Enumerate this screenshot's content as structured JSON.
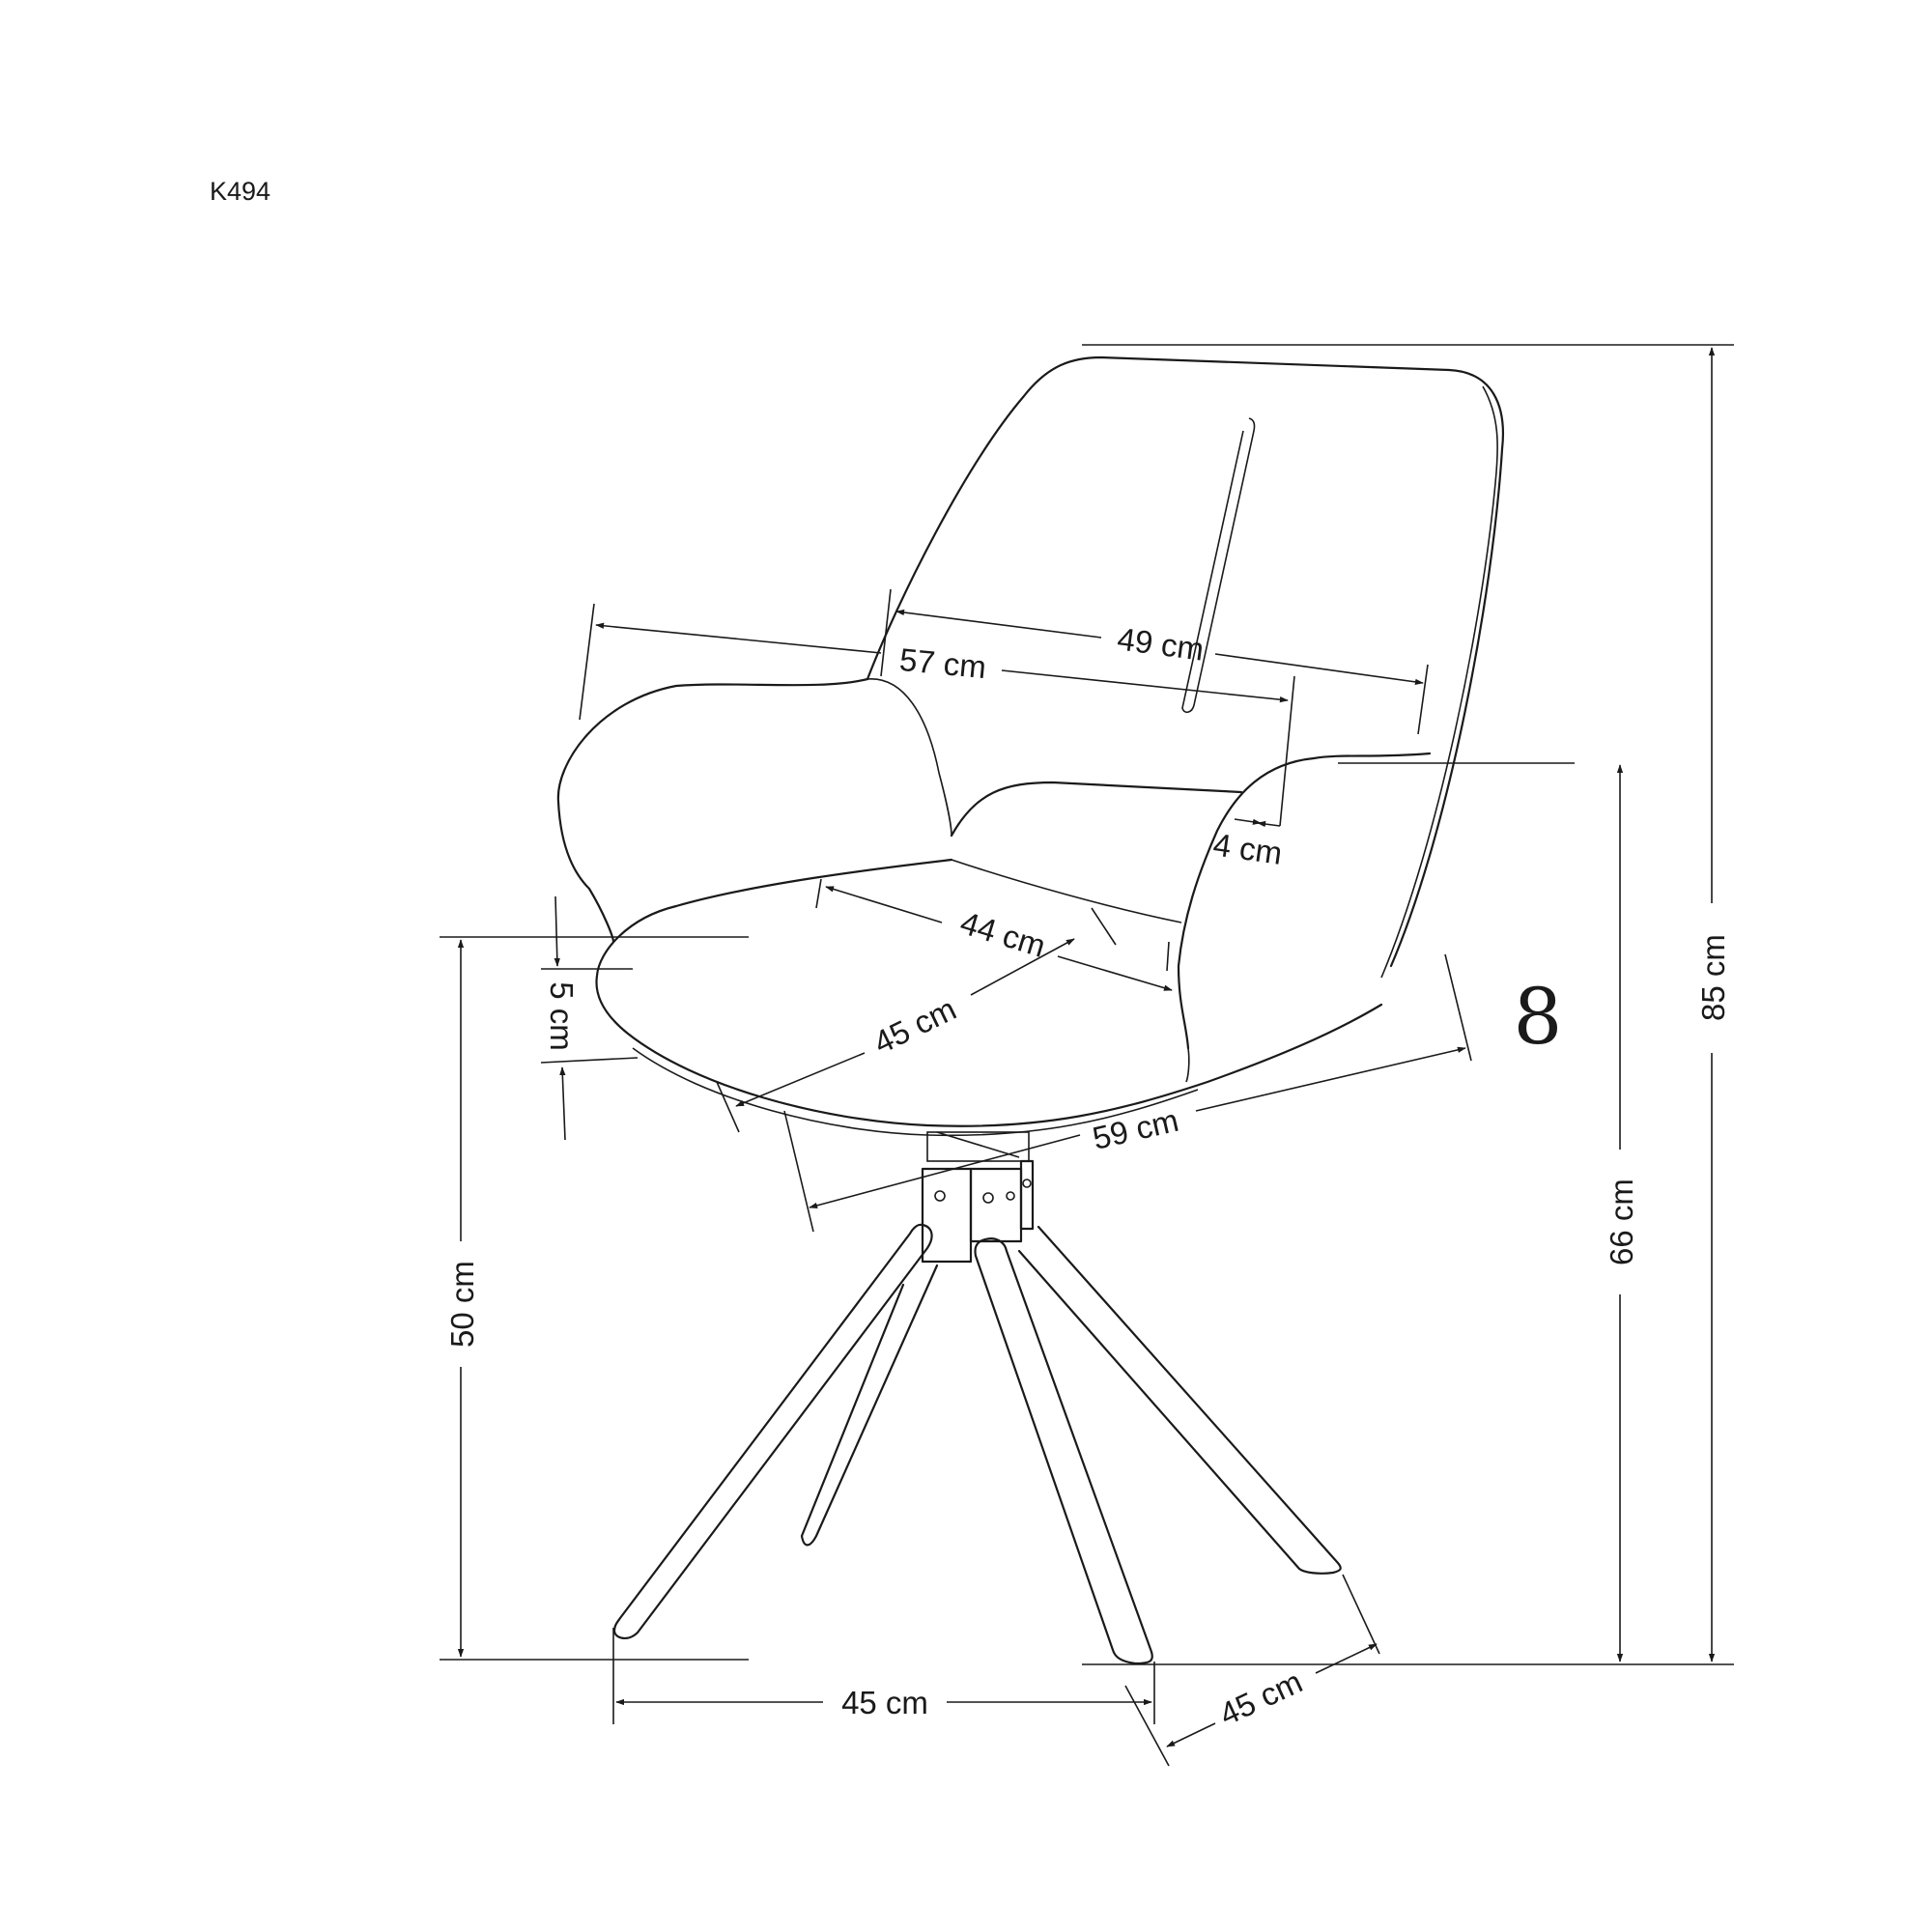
{
  "product_code": "K494",
  "rotation_symbol": "8",
  "dimensions": {
    "backrest_width": "49 cm",
    "armrest_width": "57 cm",
    "armrest_thickness": "4 cm",
    "seat_depth": "44 cm",
    "seat_width": "45 cm",
    "seat_thickness": "5 cm",
    "overall_depth": "59 cm",
    "seat_height": "50 cm",
    "armrest_height": "66 cm",
    "total_height": "85 cm",
    "base_width": "45 cm",
    "base_depth": "45 cm"
  }
}
